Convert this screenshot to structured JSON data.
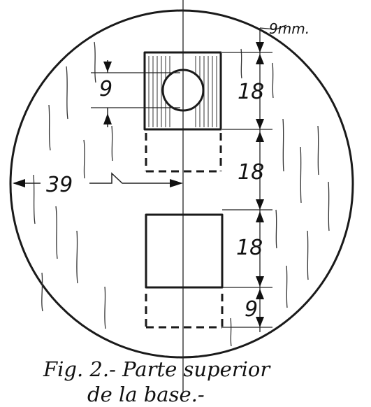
{
  "figure": {
    "caption_line1": "Fig. 2.- Parte superior",
    "caption_line2": "de la base.-",
    "dimensions": {
      "top_offset": "9mm.",
      "hole_offset": "9",
      "segment_1": "18",
      "segment_2": "18",
      "segment_3": "18",
      "bottom_offset": "9",
      "edge_distance": "39"
    }
  },
  "colors": {
    "ink": "#1a1a1a",
    "paper": "#ffffff"
  }
}
